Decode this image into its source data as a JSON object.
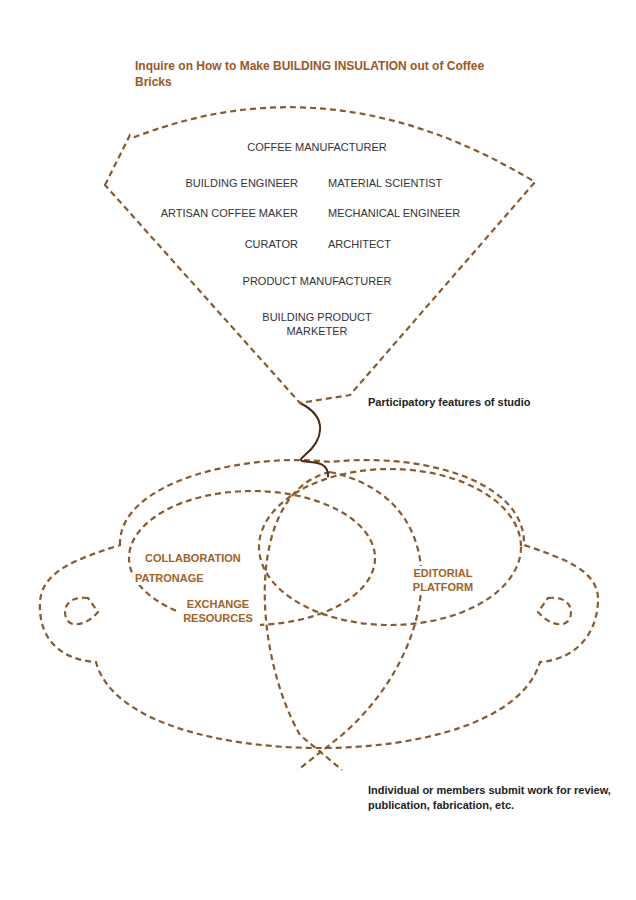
{
  "diagram": {
    "title": "Inquire on How to Make BUILDING INSULATION out of Coffee Bricks",
    "nodes": [
      {
        "text": [
          "COFFEE MANUFACTURER",
          "BUILDING ENGINEER",
          "MATERIAL SCIENTIST",
          "ARTISAN COFFEE MAKER",
          "MECHANICAL ENGINEER",
          "CURATOR",
          "ARCHITECT",
          "PRODUCT MANUFACTURER",
          "BUILDING PRODUCT MARKETER"
        ]
      },
      {
        "text": [
          "COLLABORATION",
          "PATRONAGE",
          "EXCHANGE RESOURCES"
        ]
      },
      {
        "text": [
          "EDITORIAL PLATFORM"
        ]
      }
    ],
    "edges": [
      {
        "from": 0,
        "to": 2,
        "arrow": "none"
      }
    ],
    "labels": [
      "Participatory features of studio",
      "Individual or members submit work for review, publication, fabrication, etc."
    ]
  }
}
